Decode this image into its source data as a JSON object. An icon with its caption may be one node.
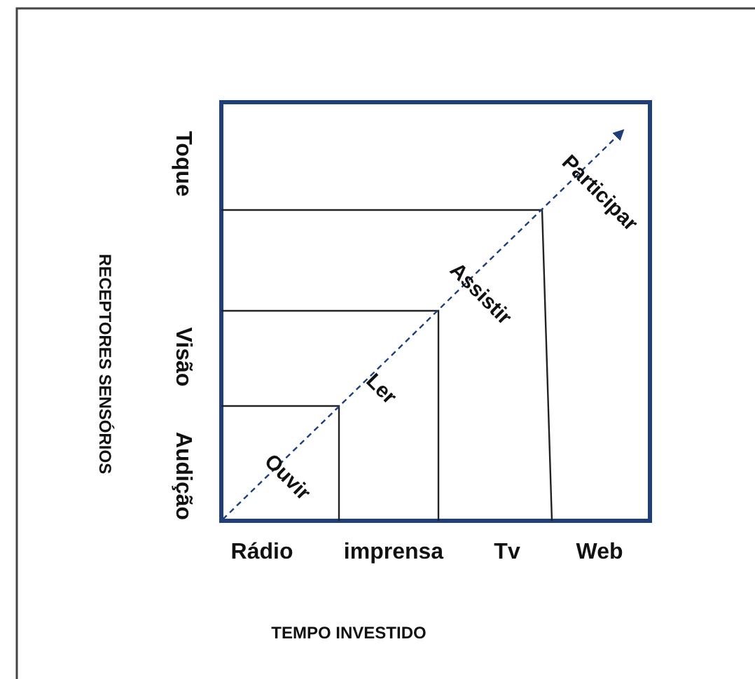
{
  "diagram": {
    "labels": [
      "Toque",
      "Participar",
      "RECEPTORES SENSÓRIOS",
      "Assistir",
      "Visão",
      "Ler",
      "Audição",
      "Ouvir",
      "Rádio",
      "imprensa",
      "Tv",
      "Web",
      "TEMPO INVESTIDO"
    ]
  }
}
